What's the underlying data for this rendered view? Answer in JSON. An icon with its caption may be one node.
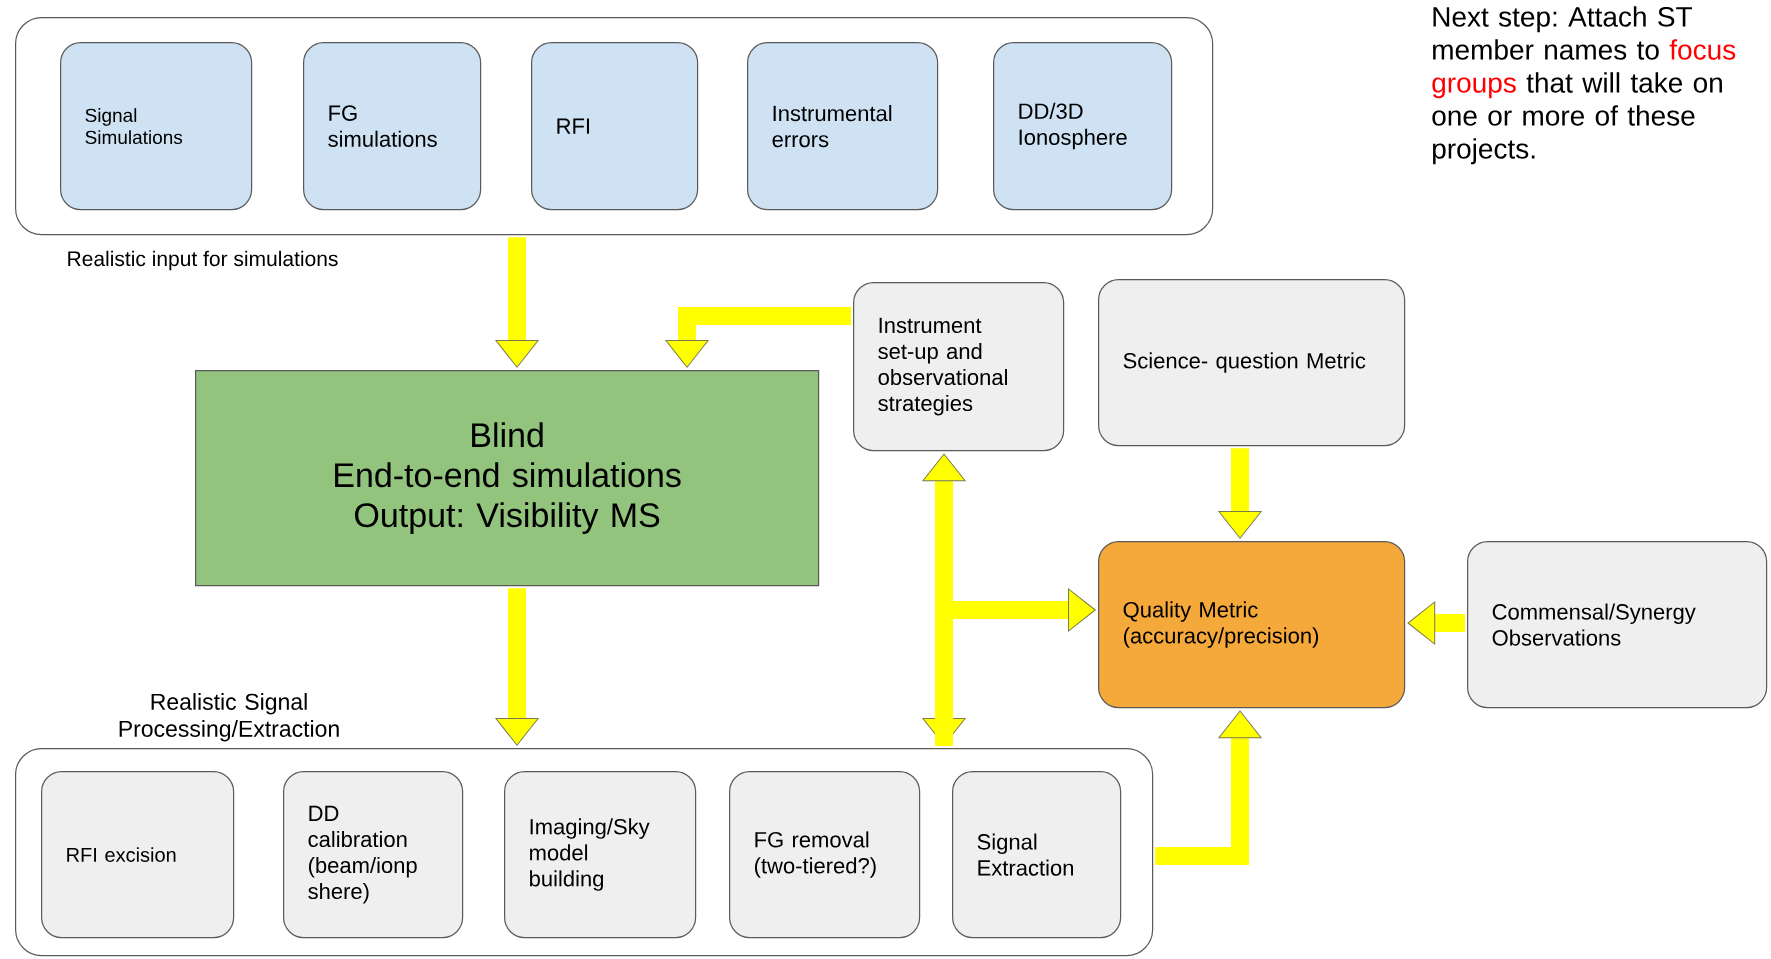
{
  "diagram": {
    "nodes": [
      {
        "text": [
          "Realistic input for simulations"
        ]
      },
      {
        "text": [
          "Signal Simulations"
        ],
        "in": 0
      },
      {
        "text": [
          "FG simulations"
        ],
        "in": 0
      },
      {
        "text": [
          "RFI"
        ],
        "in": 0
      },
      {
        "text": [
          "Instrumental errors"
        ],
        "in": 0
      },
      {
        "text": [
          "DD/3D Ionosphere"
        ],
        "in": 0
      },
      {
        "text": [
          "Blind",
          "End-to-end simulations",
          "Output: Visibility MS"
        ]
      },
      {
        "text": [
          "Instrument set-up and observational strategies"
        ]
      },
      {
        "text": [
          "Science- question Metric"
        ]
      },
      {
        "text": [
          "Quality Metric (accuracy/precision)"
        ]
      },
      {
        "text": [
          "Commensal/Synergy Observations"
        ]
      },
      {
        "text": [
          "Realistic Signal Processing/Extraction"
        ]
      },
      {
        "text": [
          "RFI excision"
        ],
        "in": 11
      },
      {
        "text": [
          "DD calibration (beam/ionp shere)"
        ],
        "in": 11
      },
      {
        "text": [
          "Imaging/Sky model building"
        ],
        "in": 11
      },
      {
        "text": [
          "FG removal (two-tiered?)"
        ],
        "in": 11
      },
      {
        "text": [
          "Signal Extraction"
        ],
        "in": 11
      }
    ],
    "edges": [
      {
        "from": 0,
        "to": 6,
        "arrow": "to"
      },
      {
        "from": 7,
        "to": 6,
        "arrow": "to"
      },
      {
        "from": 6,
        "to": 11,
        "arrow": "to"
      },
      {
        "from": 7,
        "to": 11,
        "arrow": "both"
      },
      {
        "from": 11,
        "to": 9,
        "arrow": "to"
      },
      {
        "from": 8,
        "to": 9,
        "arrow": "to"
      },
      {
        "from": 10,
        "to": 9,
        "arrow": "to"
      },
      {
        "from": 11,
        "to": 9,
        "arrow": "to"
      }
    ],
    "labels": [
      "Next step: Attach ST member names to",
      "focus groups",
      "that will take on one or more of these projects."
    ]
  }
}
